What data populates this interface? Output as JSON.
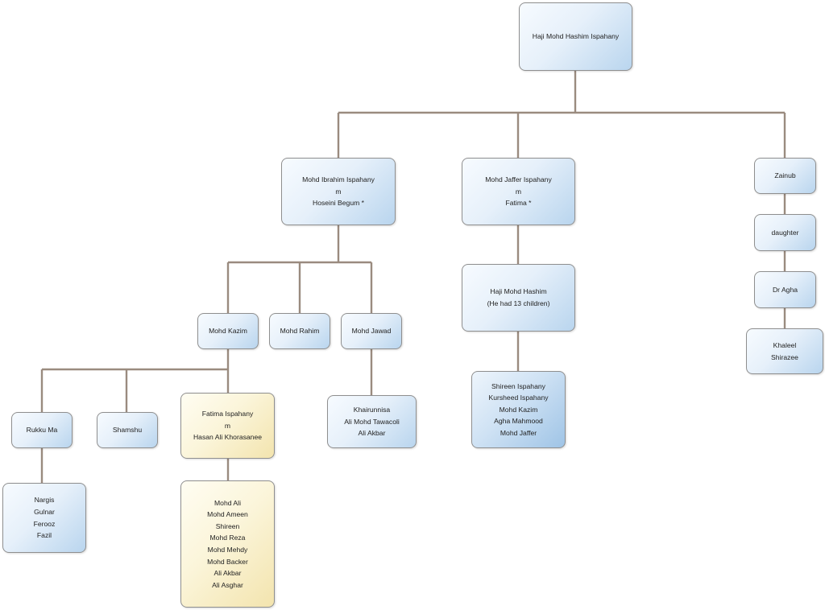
{
  "nodes": {
    "root": [
      "Haji Mohd Hashim Ispahany"
    ],
    "ibrahim": [
      "Mohd Ibrahim Ispahany",
      "m",
      "Hoseini Begum   *"
    ],
    "jaffer": [
      "Mohd Jaffer Ispahany",
      "m",
      "Fatima *"
    ],
    "zainub": [
      "Zainub"
    ],
    "daughter": [
      "daughter"
    ],
    "dr_agha": [
      "Dr Agha"
    ],
    "khaleel": [
      "Khaleel",
      "Shirazee"
    ],
    "haji_hashim": [
      "Haji Mohd Hashim",
      "(He had 13 children)"
    ],
    "haji_children": [
      "Shireen Ispahany",
      "Kursheed Ispahany",
      "Mohd Kazim",
      "Agha Mahmood",
      "Mohd Jaffer"
    ],
    "kazim": [
      "Mohd Kazim"
    ],
    "rahim": [
      "Mohd Rahim"
    ],
    "jawad": [
      "Mohd Jawad"
    ],
    "jawad_children": [
      "Khairunnisa",
      "Ali Mohd Tawacoli",
      "Ali Akbar"
    ],
    "rukku": [
      "Rukku Ma"
    ],
    "shamshu": [
      "Shamshu"
    ],
    "fatima_i": [
      "Fatima Ispahany",
      "m",
      "Hasan Ali Khorasanee"
    ],
    "rukku_children": [
      "Nargis",
      "Gulnar",
      "Ferooz",
      "Fazil"
    ],
    "fatima_children": [
      "Mohd Ali",
      "Mohd Ameen",
      "Shireen",
      "Mohd Reza",
      "Mohd Mehdy",
      "Mohd Backer",
      "Ali Akbar",
      "Ali Asghar"
    ]
  }
}
